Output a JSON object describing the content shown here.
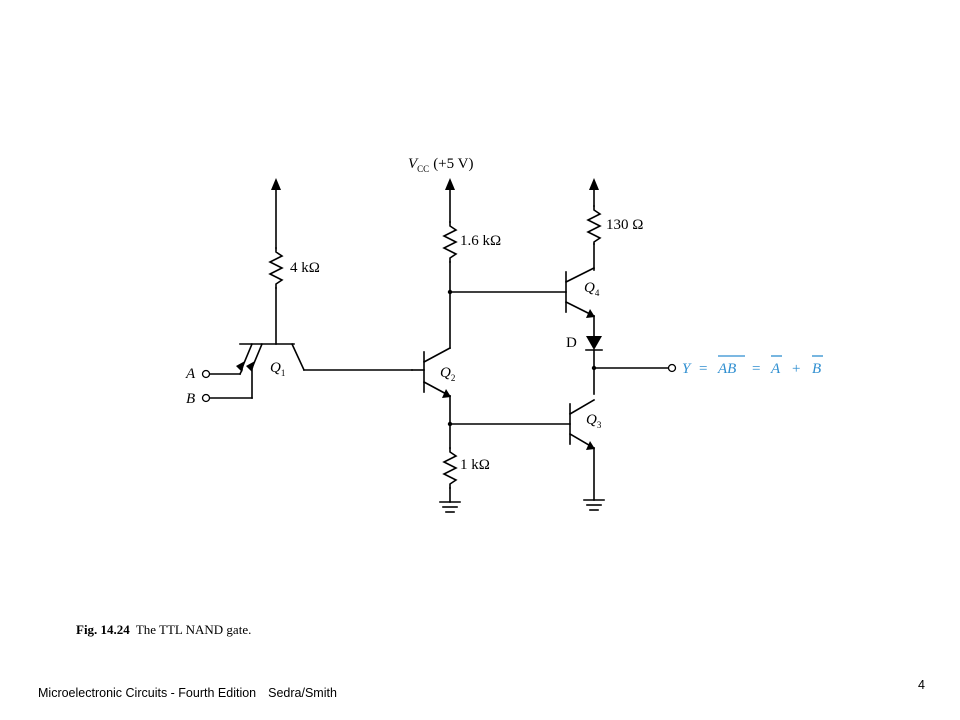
{
  "diagram": {
    "supply_label": "V",
    "supply_sub": "CC",
    "supply_value": "(+5 V)",
    "resistors": {
      "r1": "4 kΩ",
      "r2": "1.6 kΩ",
      "r3": "130 Ω",
      "r4": "1 kΩ"
    },
    "transistors": {
      "q1": "Q",
      "q1_sub": "1",
      "q2": "Q",
      "q2_sub": "2",
      "q3": "Q",
      "q3_sub": "3",
      "q4": "Q",
      "q4_sub": "4"
    },
    "diode": "D",
    "inputs": {
      "a": "A",
      "b": "B"
    },
    "output": {
      "y": "Y",
      "eq1": "=",
      "ab": "AB",
      "eq2": "=",
      "a_bar": "A",
      "plus": "+",
      "b_bar": "B"
    },
    "colors": {
      "output_expression": "#2e8ed0"
    }
  },
  "caption": {
    "figure_number": "Fig. 14.24",
    "text": "The TTL NAND gate."
  },
  "footer": {
    "book": "Microelectronic Circuits - Fourth Edition",
    "authors": "Sedra/Smith",
    "page_number": "4"
  }
}
